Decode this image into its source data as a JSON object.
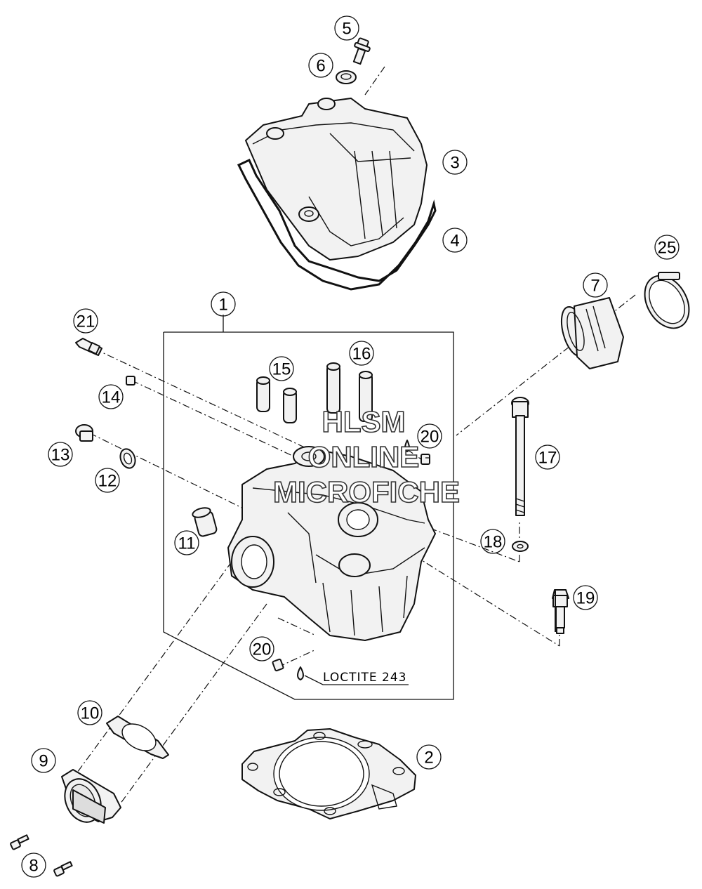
{
  "callouts": [
    {
      "id": "c1",
      "label": "1"
    },
    {
      "id": "c2",
      "label": "2"
    },
    {
      "id": "c3",
      "label": "3"
    },
    {
      "id": "c4",
      "label": "4"
    },
    {
      "id": "c5",
      "label": "5"
    },
    {
      "id": "c6",
      "label": "6"
    },
    {
      "id": "c7",
      "label": "7"
    },
    {
      "id": "c8",
      "label": "8"
    },
    {
      "id": "c9",
      "label": "9"
    },
    {
      "id": "c10",
      "label": "10"
    },
    {
      "id": "c11",
      "label": "11"
    },
    {
      "id": "c12",
      "label": "12"
    },
    {
      "id": "c13",
      "label": "13"
    },
    {
      "id": "c14",
      "label": "14"
    },
    {
      "id": "c15",
      "label": "15"
    },
    {
      "id": "c16",
      "label": "16"
    },
    {
      "id": "c17",
      "label": "17"
    },
    {
      "id": "c18",
      "label": "18"
    },
    {
      "id": "c19",
      "label": "19"
    },
    {
      "id": "c20a",
      "label": "20"
    },
    {
      "id": "c20b",
      "label": "20"
    },
    {
      "id": "c21",
      "label": "21"
    },
    {
      "id": "c25",
      "label": "25"
    }
  ],
  "note": {
    "text": "LOCTITE 243"
  },
  "watermark": {
    "line1": "HLSM",
    "line2": "ONLINE",
    "line3": "MICROFICHE"
  }
}
